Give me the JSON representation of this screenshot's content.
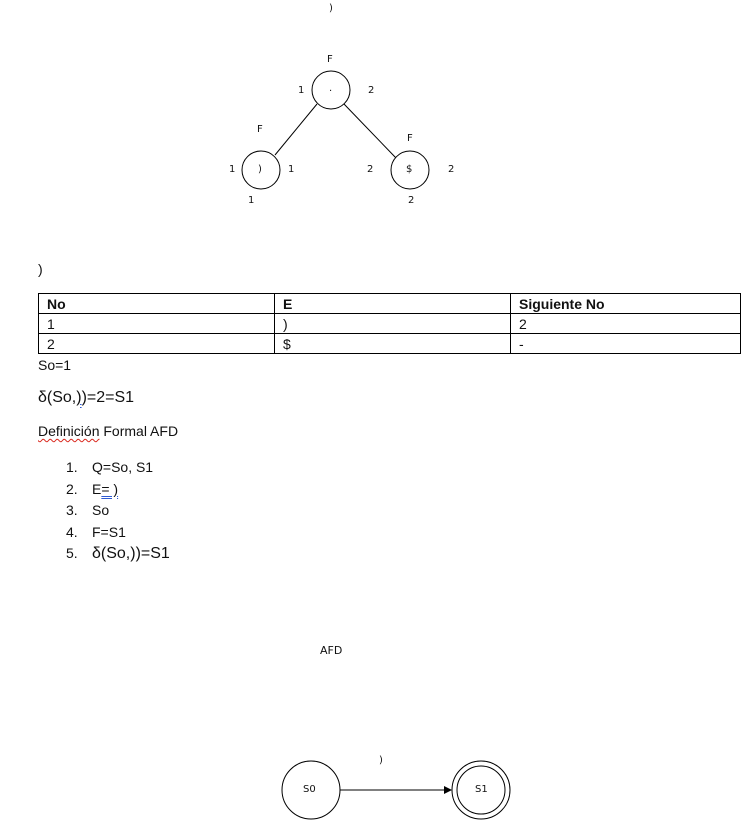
{
  "tree": {
    "top_label": ")",
    "root": {
      "symbol": ".",
      "nullable": "F",
      "firstpos": "1",
      "lastpos": "2"
    },
    "left_leaf": {
      "symbol": ")",
      "nullable": "F",
      "firstpos": "1",
      "lastpos": "1",
      "position": "1"
    },
    "right_leaf": {
      "symbol": "$",
      "nullable": "F",
      "firstpos": "2",
      "lastpos": "2",
      "position": "2"
    }
  },
  "section_label": ")",
  "table": {
    "headers": [
      "No",
      "E",
      "Siguiente No"
    ],
    "rows": [
      [
        "1",
        ")",
        "2"
      ],
      [
        "2",
        "$",
        "-"
      ]
    ]
  },
  "start_state": "So=1",
  "transition": {
    "prefix": "δ(So,",
    "underlined": ")",
    "suffix": ")=2=S1"
  },
  "formal": {
    "title_word": "Definición",
    "title_rest": " Formal AFD",
    "items": [
      {
        "num": "1.",
        "parts": [
          {
            "t": "Q=So, S1"
          }
        ]
      },
      {
        "num": "2.",
        "parts": [
          {
            "t": "E"
          },
          {
            "t": "= )",
            "style": "gram"
          }
        ]
      },
      {
        "num": "3.",
        "parts": [
          {
            "t": "So"
          }
        ]
      },
      {
        "num": "4.",
        "parts": [
          {
            "t": "F=S1"
          }
        ]
      },
      {
        "num": "5.",
        "parts": [
          {
            "t": "δ(So,)",
            "style": "delta"
          },
          {
            "t": ")=S1",
            "style": "delta"
          }
        ]
      }
    ]
  },
  "afd": {
    "title": "AFD",
    "edge_label": ")",
    "state_s0": "S0",
    "state_s1": "S1"
  }
}
